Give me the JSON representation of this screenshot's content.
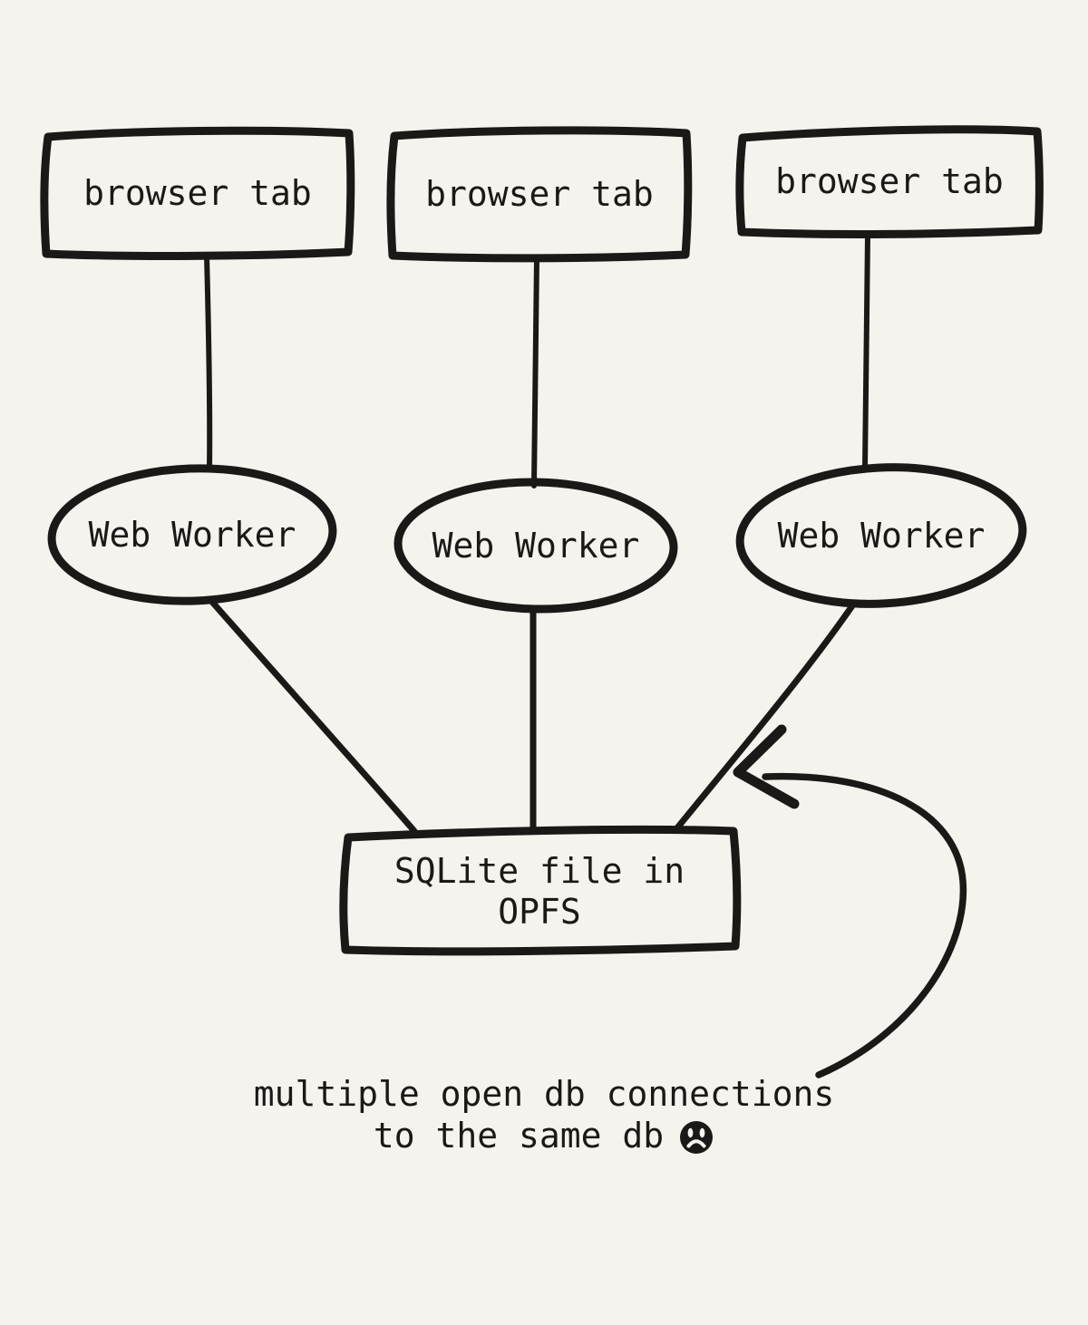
{
  "colors": {
    "background": "#f5f3ee",
    "ink": "#1b1917"
  },
  "diagram": {
    "browser_tabs": [
      {
        "label": "browser tab"
      },
      {
        "label": "browser tab"
      },
      {
        "label": "browser tab"
      }
    ],
    "web_workers": [
      {
        "label": "Web Worker"
      },
      {
        "label": "Web Worker"
      },
      {
        "label": "Web Worker"
      }
    ],
    "sqlite_node": {
      "label": "SQLite file in OPFS"
    },
    "caption": {
      "line1": "multiple open db connections",
      "line2": "to the same db",
      "emoji": "frowning-face"
    }
  }
}
